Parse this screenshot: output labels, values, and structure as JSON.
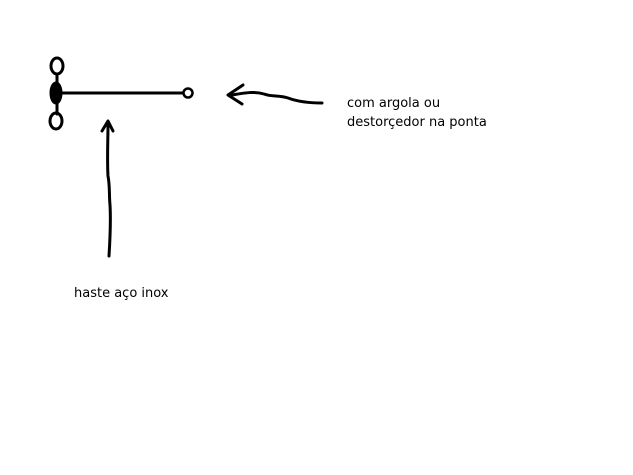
{
  "annotations": {
    "end_label_line1": "com argola ou",
    "end_label_line2": "destorçedor na ponta",
    "rod_label": "haste aço inox"
  },
  "colors": {
    "ink": "#000000",
    "background": "#ffffff"
  }
}
